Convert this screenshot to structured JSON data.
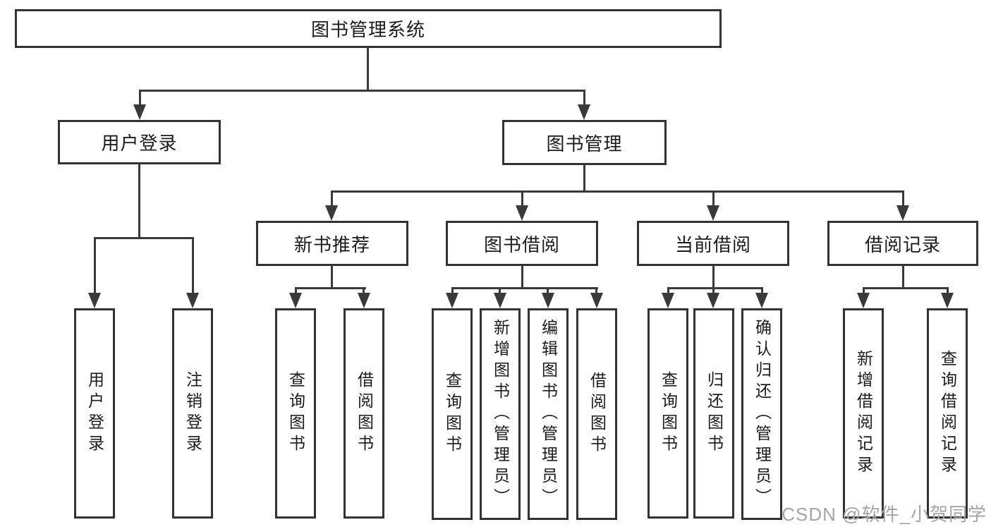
{
  "diagram": {
    "root": {
      "label": "图书管理系统"
    },
    "level2": [
      {
        "label": "用户登录"
      },
      {
        "label": "图书管理"
      }
    ],
    "level3": [
      {
        "label": "新书推荐"
      },
      {
        "label": "图书借阅"
      },
      {
        "label": "当前借阅"
      },
      {
        "label": "借阅记录"
      }
    ],
    "leaves": {
      "user_login": [
        "用户登录",
        "注销登录"
      ],
      "new_book": [
        "查询图书",
        "借阅图书"
      ],
      "book_borrow": [
        "查询图书",
        "新增图书（管理员）",
        "编辑图书（管理员）",
        "借阅图书"
      ],
      "current_borrow": [
        "查询图书",
        "归还图书",
        "确认归还（管理员）"
      ],
      "borrow_records": [
        "新增借阅记录",
        "查询借阅记录"
      ]
    },
    "watermark": "CSDN @软件_小贺同学",
    "colors": {
      "line": "#3a3a3a",
      "box_border": "#333333",
      "text": "#1c1c1c",
      "watermark": "#a5a5a5",
      "background": "#ffffff"
    }
  }
}
